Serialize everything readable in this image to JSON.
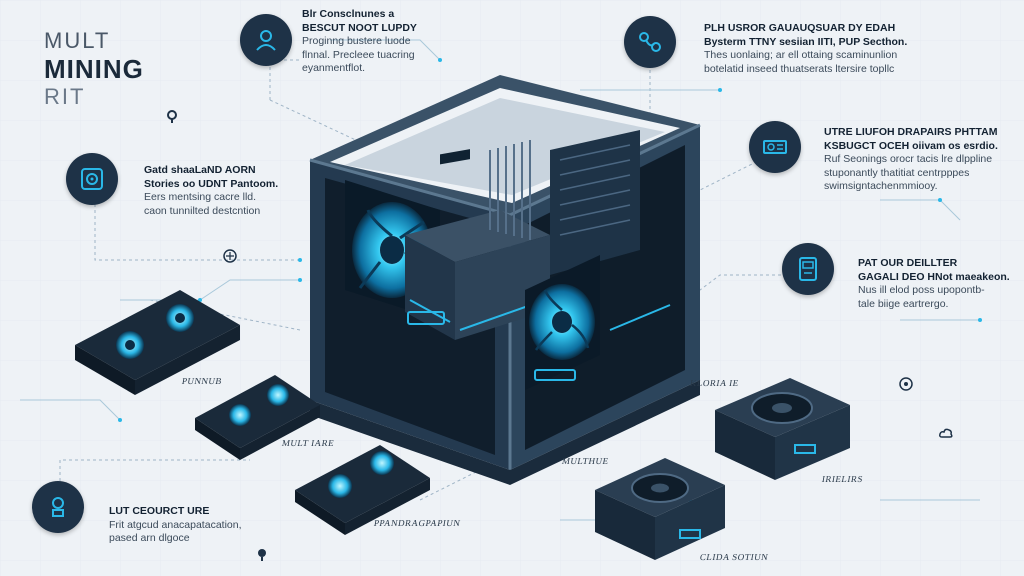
{
  "title": {
    "line1": "MULT",
    "line2": "MINING",
    "line3": "RIT"
  },
  "callouts": [
    {
      "id": "top-center",
      "heading1": "Blr Consclnunes a",
      "heading2": "BESCUT NOOT LUPDY",
      "body1": "Proginng bustere luode",
      "body2": "flnnal. Precleee tuacring",
      "body3": "eyanmentflot."
    },
    {
      "id": "top-right",
      "heading1": "PLH USROR GAUAUQSUAR DY EDAH",
      "heading2": "Bysterm TTNY sesiian IITI, PUP Secthon.",
      "body1": "Thes uonlaing; ar ell ottaing scaminunlion",
      "body2": "botelatid inseed thuatserats ltersire topllc",
      "body3": ""
    },
    {
      "id": "left-mid",
      "heading1": "Gatd shaaLaND AORN",
      "heading2": "Stories oo UDNT Pantoom.",
      "body1": "Eers mentsing cacre lld.",
      "body2": "caon tunnilted destcntion",
      "body3": ""
    },
    {
      "id": "right-mid",
      "heading1": "UTRE LIUFOH DRAPAIRS PHTTAM",
      "heading2": "KSBUGCT OCEH oiivam os esrdio.",
      "body1": "Ruf Seonings orocr tacis lre dlppline",
      "body2": "stuponantly thatitiat centrpppes",
      "body3": "swimsigntachenmmiooy."
    },
    {
      "id": "right-low",
      "heading1": "PAT OUR DEILLTER",
      "heading2": "GAGALI DEO HNot maeakeon.",
      "body1": "Nus ill elod poss upopontb-",
      "body2": "tale biige eartrergo.",
      "body3": ""
    },
    {
      "id": "bottom-left",
      "heading1": "LUT CEOURCT URE",
      "heading2": "",
      "body1": "Frit atgcud anacapatacation,",
      "body2": "pased arn dlgoce",
      "body3": ""
    }
  ],
  "part_labels": [
    "PUNNUB",
    "MULT IARE",
    "PPANDRAGPAPIUN",
    "MULTHUE",
    "KLORIA IE",
    "IRIELIRS",
    "CLIDA SOTIUN"
  ],
  "icons": [
    "user-icon",
    "link-icon",
    "fan-icon",
    "gpu-card-icon",
    "power-supply-icon",
    "chip-icon"
  ],
  "colors": {
    "accent": "#2ab8e8",
    "dark": "#1e3247",
    "bg": "#eef2f6"
  }
}
